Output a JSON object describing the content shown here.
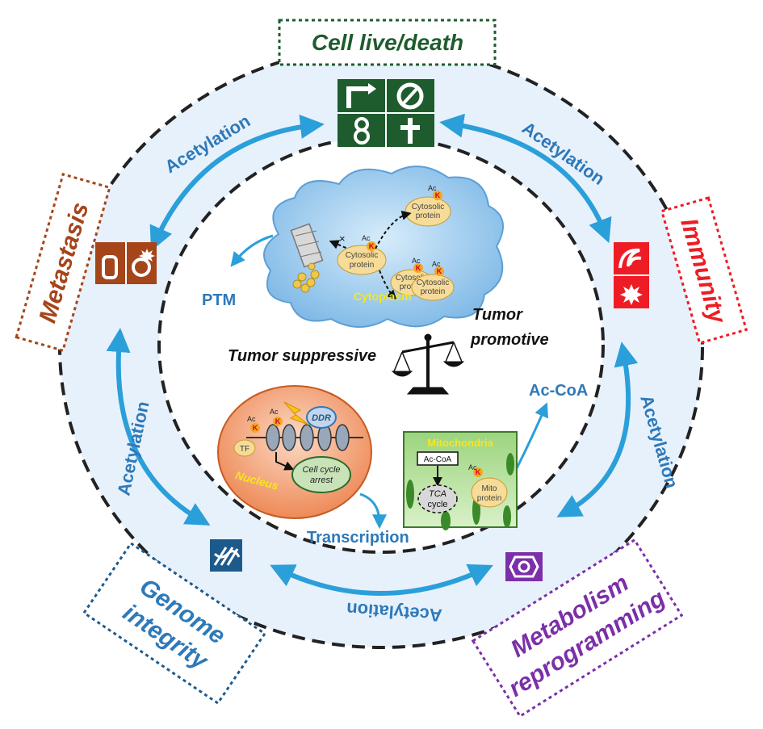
{
  "categories": {
    "cell_live_death": "Cell live/death",
    "metastasis": "Metastasis",
    "immunity": "Immunity",
    "genome_integrity_line1": "Genome",
    "genome_integrity_line2": "integrity",
    "metabolism_line1": "Metabolism",
    "metabolism_line2": "reprogramming"
  },
  "arrow_labels": {
    "top_left": "Acetylation",
    "top_right": "Acetylation",
    "left": "Acetylation",
    "right": "Acetylation",
    "bottom": "Acetylation"
  },
  "center": {
    "ptm": "PTM",
    "tumor_suppressive": "Tumor suppressive",
    "tumor_promotive_line1": "Tumor",
    "tumor_promotive_line2": "promotive",
    "ac_coa": "Ac-CoA",
    "transcription": "Transcription"
  },
  "cytoplasm": {
    "label": "Cytoplasm",
    "protein1_line1": "Cytosolic",
    "protein1_line2": "protein",
    "protein2_line1": "Cytosolic",
    "protein2_line2": "protein",
    "protein3_line1": "Cytosolic",
    "protein3_line2": "protein",
    "protein4_line1": "Cytosolic",
    "protein4_line2": "protein",
    "ac": "Ac",
    "k": "K",
    "x_mark": "×"
  },
  "nucleus": {
    "label": "Nucleus",
    "ddr": "DDR",
    "tf": "TF",
    "arrest_line1": "Cell cycle",
    "arrest_line2": "arrest",
    "ac": "Ac",
    "k": "K"
  },
  "mitochondria": {
    "label": "Mitochondria",
    "ac_coa_box": "Ac-CoA",
    "tca_line1": "TCA",
    "tca_line2": "cycle",
    "mito_line1": "Mito",
    "mito_line2": "protein",
    "ac": "Ac",
    "k": "K"
  },
  "colors": {
    "arrow_blue": "#2b9fd9",
    "label_blue": "#2e79b9",
    "ring_fill": "#e7f1fb",
    "cell_green": "#1e5c2e",
    "metastasis_brown": "#a5451a",
    "immunity_red": "#ee1c24",
    "genome_navy": "#1d5a8c",
    "metabolism_purple": "#7b2fa8",
    "k_badge": "#f5a623",
    "protein_fill": "#f6dc98"
  }
}
